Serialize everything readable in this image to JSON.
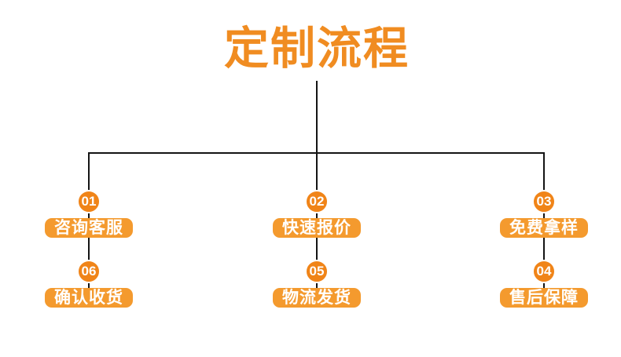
{
  "title": {
    "text": "定制流程"
  },
  "colors": {
    "background": "#ffffff",
    "title": "#f08c21",
    "circle": "#f08418",
    "label_bg": "#f49a2e",
    "line": "#141414",
    "step_text": "#ffffff"
  },
  "steps": [
    {
      "number": "01",
      "label": "咨询客服",
      "column": "left",
      "row": "top"
    },
    {
      "number": "02",
      "label": "快速报价",
      "column": "center",
      "row": "top"
    },
    {
      "number": "03",
      "label": "免费拿样",
      "column": "right",
      "row": "top"
    },
    {
      "number": "04",
      "label": "售后保障",
      "column": "right",
      "row": "bottom"
    },
    {
      "number": "05",
      "label": "物流发货",
      "column": "center",
      "row": "bottom"
    },
    {
      "number": "06",
      "label": "确认收货",
      "column": "left",
      "row": "bottom"
    }
  ]
}
